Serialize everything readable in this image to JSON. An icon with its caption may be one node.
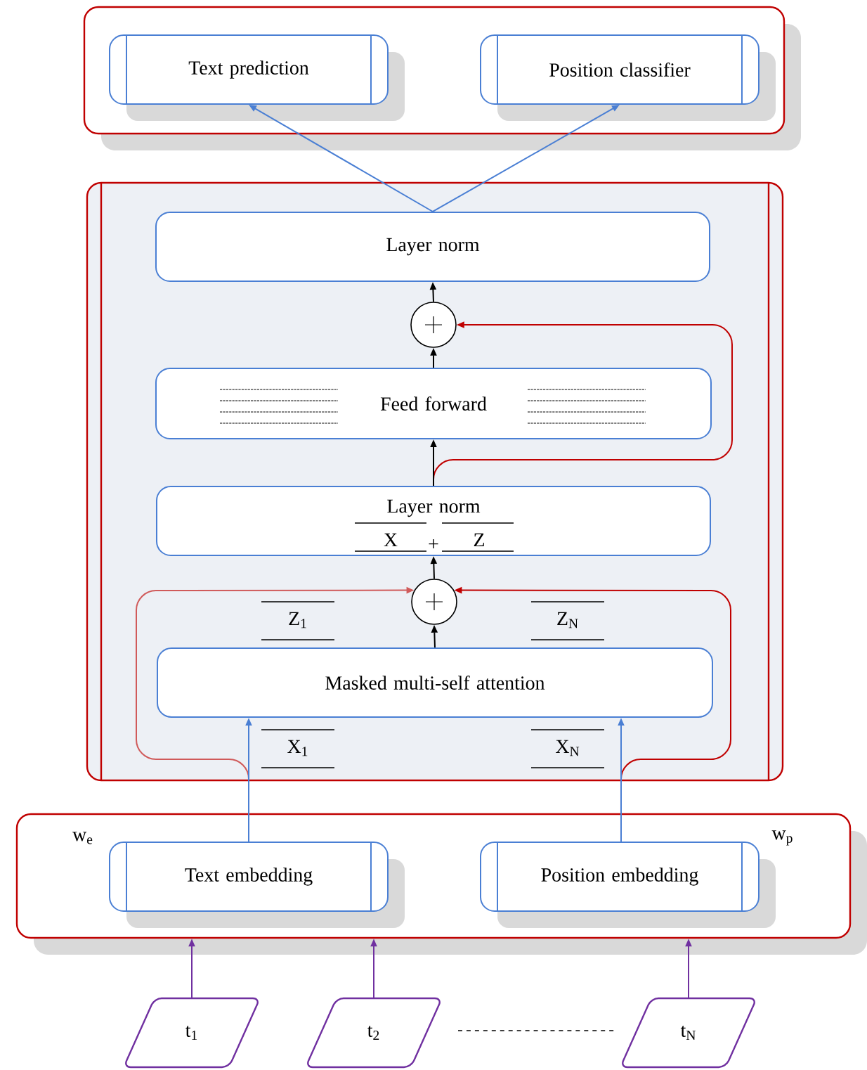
{
  "diagram": {
    "nodes": [
      {
        "text": [],
        "shape": "box"
      },
      {
        "text": [
          "Text prediction"
        ],
        "in": 0
      },
      {
        "text": [
          "Position classifier"
        ],
        "in": 0
      },
      {
        "text": [],
        "shape": "box"
      },
      {
        "text": [
          "Layer norm"
        ],
        "in": 3
      },
      {
        "text": [],
        "shape": "circle",
        "in": 3
      },
      {
        "text": [
          "Feed forward"
        ],
        "in": 3
      },
      {
        "text": [
          "Layer norm",
          "X",
          "+",
          "Z"
        ],
        "in": 3
      },
      {
        "text": [],
        "shape": "circle",
        "in": 3
      },
      {
        "text": [
          "Masked multi-self attention"
        ],
        "in": 3
      },
      {
        "text": [],
        "shape": "box"
      },
      {
        "text": [
          "Text embedding"
        ],
        "in": 10
      },
      {
        "text": [
          "Position embedding"
        ],
        "in": 10
      },
      {
        "text": [
          "t$_{1}$"
        ]
      },
      {
        "text": [
          "t$_{2}$"
        ]
      },
      {
        "text": [
          "t$_{N}$"
        ]
      }
    ],
    "edges": [
      {
        "from": 13,
        "to": 10,
        "arrow": "to",
        "color": "#7030a0"
      },
      {
        "from": 14,
        "to": 10,
        "arrow": "to",
        "color": "#7030a0"
      },
      {
        "from": 15,
        "to": 10,
        "arrow": "to",
        "color": "#7030a0"
      },
      {
        "from": 11,
        "to": 9,
        "arrow": "to",
        "color": "#4a7fd4"
      },
      {
        "from": 11,
        "to": 8,
        "arrow": "to",
        "color": "#d05a5a"
      },
      {
        "from": 12,
        "to": 9,
        "arrow": "to",
        "color": "#4a7fd4"
      },
      {
        "from": 12,
        "to": 8,
        "arrow": "to",
        "color": "#c00000"
      },
      {
        "from": 9,
        "to": 8,
        "arrow": "to"
      },
      {
        "from": 8,
        "to": 7,
        "arrow": "to"
      },
      {
        "from": 7,
        "to": 6,
        "arrow": "to"
      },
      {
        "from": 7,
        "to": 5,
        "arrow": "to",
        "color": "#c00000"
      },
      {
        "from": 6,
        "to": 5,
        "arrow": "to"
      },
      {
        "from": 5,
        "to": 4,
        "arrow": "to"
      },
      {
        "from": 4,
        "to": 1,
        "arrow": "to",
        "color": "#4a7fd4"
      },
      {
        "from": 4,
        "to": 2,
        "arrow": "to",
        "color": "#4a7fd4"
      }
    ],
    "labels": [
      "Z$_{1}$",
      "Z$_{N}$",
      "X$_{1}$",
      "X$_{N}$",
      "w$_{e}$",
      "w$_{p}$"
    ]
  }
}
